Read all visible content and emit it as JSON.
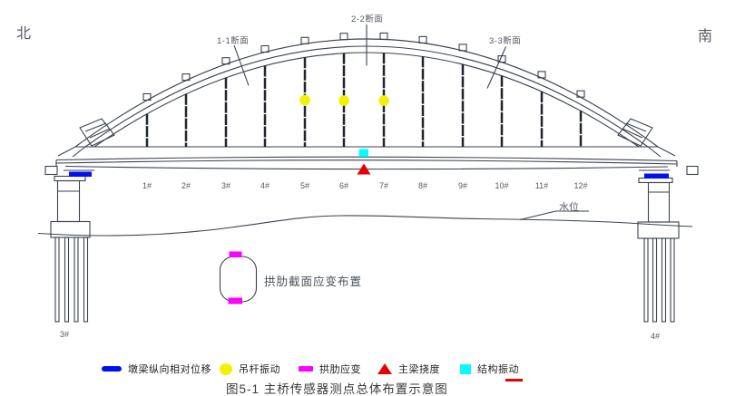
{
  "compass": {
    "north": "北",
    "south": "南"
  },
  "section_labels": {
    "s1": "1-1断面",
    "s2": "2-2断面",
    "s3": "3-3断面"
  },
  "water_level": {
    "label": "水位"
  },
  "hanger_labels": [
    "1#",
    "2#",
    "3#",
    "4#",
    "5#",
    "6#",
    "7#",
    "8#",
    "9#",
    "10#",
    "11#",
    "12#"
  ],
  "pier_labels": {
    "left": "3#",
    "right": "4#"
  },
  "cross_section": {
    "label": "拱肋截面应变布置"
  },
  "legend": {
    "items": [
      {
        "marker": "pier-displacement-marker",
        "shape": "long-bar",
        "color": "#0011ee",
        "label": "墩梁纵向相对位移"
      },
      {
        "marker": "hanger-vibration-marker",
        "shape": "circle",
        "color": "#f2f200",
        "label": "吊杆振动"
      },
      {
        "marker": "arch-strain-marker",
        "shape": "short-bar",
        "color": "#ff00ff",
        "label": "拱肋应变"
      },
      {
        "marker": "girder-deflection-marker",
        "shape": "triangle",
        "color": "#e80000",
        "label": "主梁挠度"
      },
      {
        "marker": "structural-vibration-marker",
        "shape": "square",
        "color": "#00ffff",
        "label": "结构振动"
      }
    ]
  },
  "caption": {
    "text": "图5-1 主桥传感器测点总体布置示意图"
  },
  "colors": {
    "line": "#3b4250",
    "pier_displacement": "#0011ee",
    "hanger_vibration": "#f2f200",
    "arch_strain": "#ff00ff",
    "girder_deflection": "#e80000",
    "structural_vibration": "#00ffff"
  }
}
